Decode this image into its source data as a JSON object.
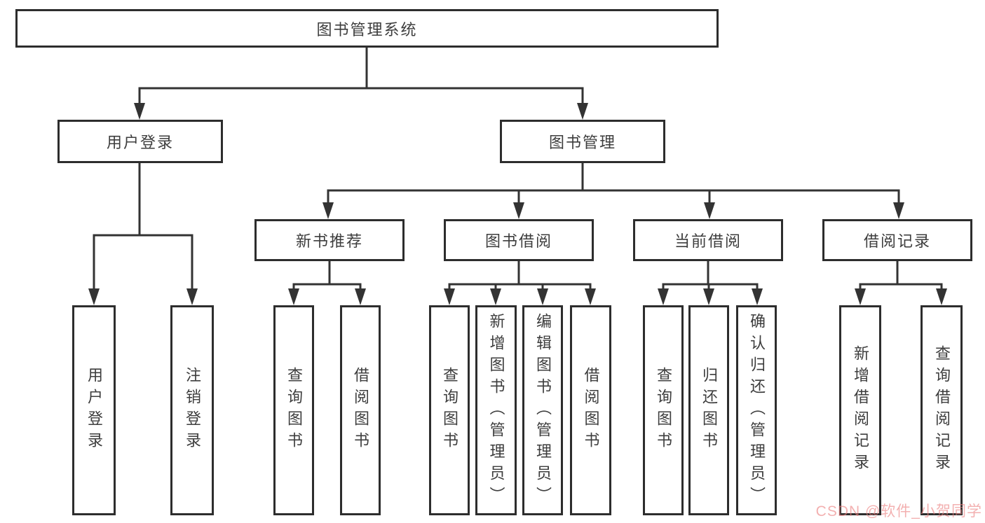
{
  "diagram": {
    "root": {
      "label": "图书管理系统"
    },
    "branches": [
      {
        "label": "用户登录",
        "children": [
          {
            "label": "用户登录"
          },
          {
            "label": "注销登录"
          }
        ]
      },
      {
        "label": "图书管理",
        "children": [
          {
            "label": "新书推荐",
            "children": [
              {
                "label": "查询图书"
              },
              {
                "label": "借阅图书"
              }
            ]
          },
          {
            "label": "图书借阅",
            "children": [
              {
                "label": "查询图书"
              },
              {
                "label": "新增图书（管理员）"
              },
              {
                "label": "编辑图书（管理员）"
              },
              {
                "label": "借阅图书"
              }
            ]
          },
          {
            "label": "当前借阅",
            "children": [
              {
                "label": "查询图书"
              },
              {
                "label": "归还图书"
              },
              {
                "label": "确认归还（管理员）"
              }
            ]
          },
          {
            "label": "借阅记录",
            "children": [
              {
                "label": "新增借阅记录"
              },
              {
                "label": "查询借阅记录"
              }
            ]
          }
        ]
      }
    ]
  },
  "watermark": {
    "text": "CSDN @软件_小贺同学",
    "color": "#ec8080"
  },
  "colors": {
    "line": "#333333",
    "border": "#2d2d2d",
    "text": "#3d3d3d",
    "background": "#ffffff"
  }
}
